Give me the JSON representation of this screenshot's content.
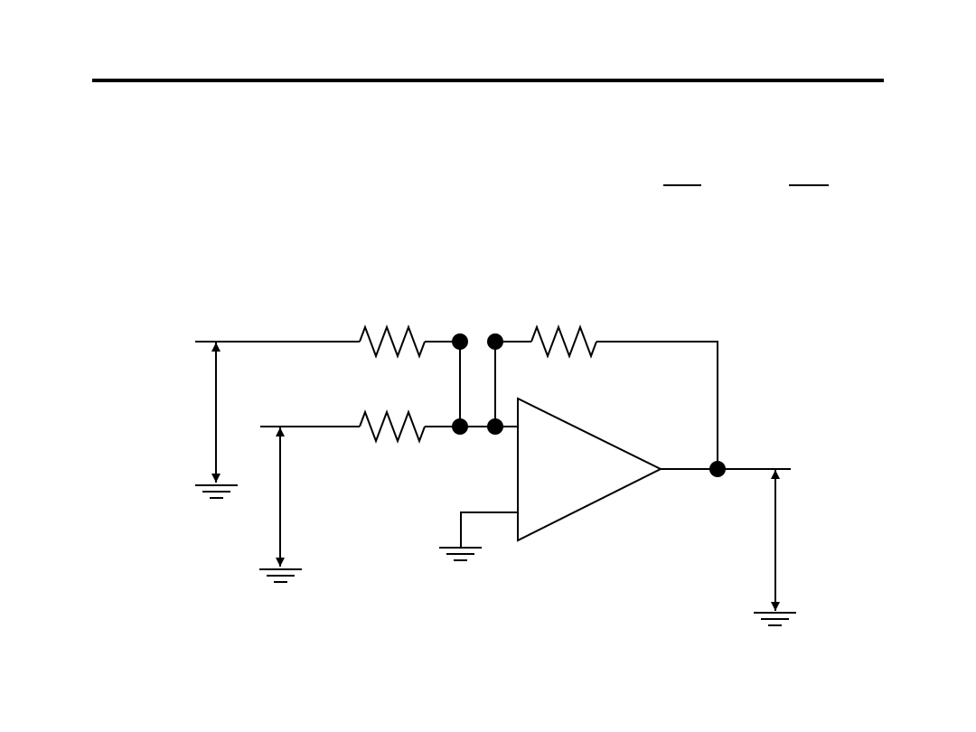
{
  "colors": {
    "background": "#ffffff",
    "ink": "#000000"
  },
  "diagram": {
    "kind": "inverting summing amplifier",
    "components": [
      {
        "id": "r-input-1",
        "type": "resistor"
      },
      {
        "id": "r-input-2",
        "type": "resistor"
      },
      {
        "id": "r-feedback",
        "type": "resistor"
      },
      {
        "id": "op-amp",
        "type": "operational-amplifier"
      },
      {
        "id": "ground-input-1",
        "type": "ground"
      },
      {
        "id": "ground-input-2",
        "type": "ground"
      },
      {
        "id": "ground-noninverting",
        "type": "ground"
      },
      {
        "id": "ground-output",
        "type": "ground"
      },
      {
        "id": "voltage-arrow-input-1",
        "type": "voltage-arrow"
      },
      {
        "id": "voltage-arrow-input-2",
        "type": "voltage-arrow"
      },
      {
        "id": "voltage-arrow-output",
        "type": "voltage-arrow"
      }
    ],
    "junctions": 5
  }
}
